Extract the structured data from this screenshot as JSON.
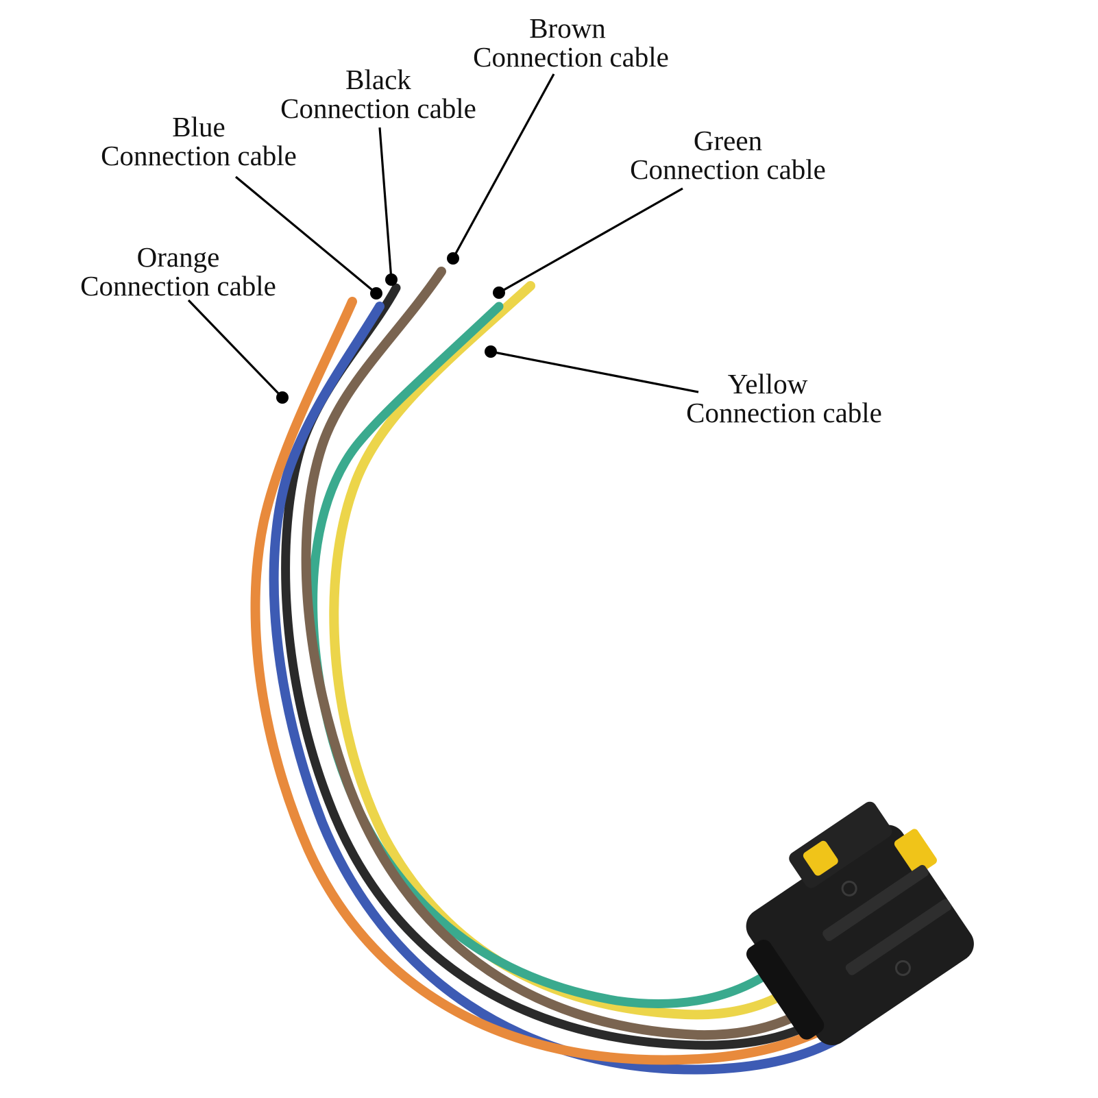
{
  "labels": {
    "orange": {
      "color": "Orange",
      "text": "Connection cable"
    },
    "blue": {
      "color": "Blue",
      "text": "Connection cable"
    },
    "black": {
      "color": "Black",
      "text": "Connection cable"
    },
    "brown": {
      "color": "Brown",
      "text": "Connection cable"
    },
    "green": {
      "color": "Green",
      "text": "Connection cable"
    },
    "yellow": {
      "color": "Yellow",
      "text": "Connection cable"
    }
  },
  "wire_colors": {
    "orange": "#e88a3c",
    "blue": "#3d5bb4",
    "black": "#2a2a2a",
    "brown": "#7a6450",
    "green": "#3aaa8e",
    "yellow": "#ecd54a"
  },
  "connector": {
    "body_color": "#1d1d1d",
    "latch_color": "#f0c419"
  }
}
